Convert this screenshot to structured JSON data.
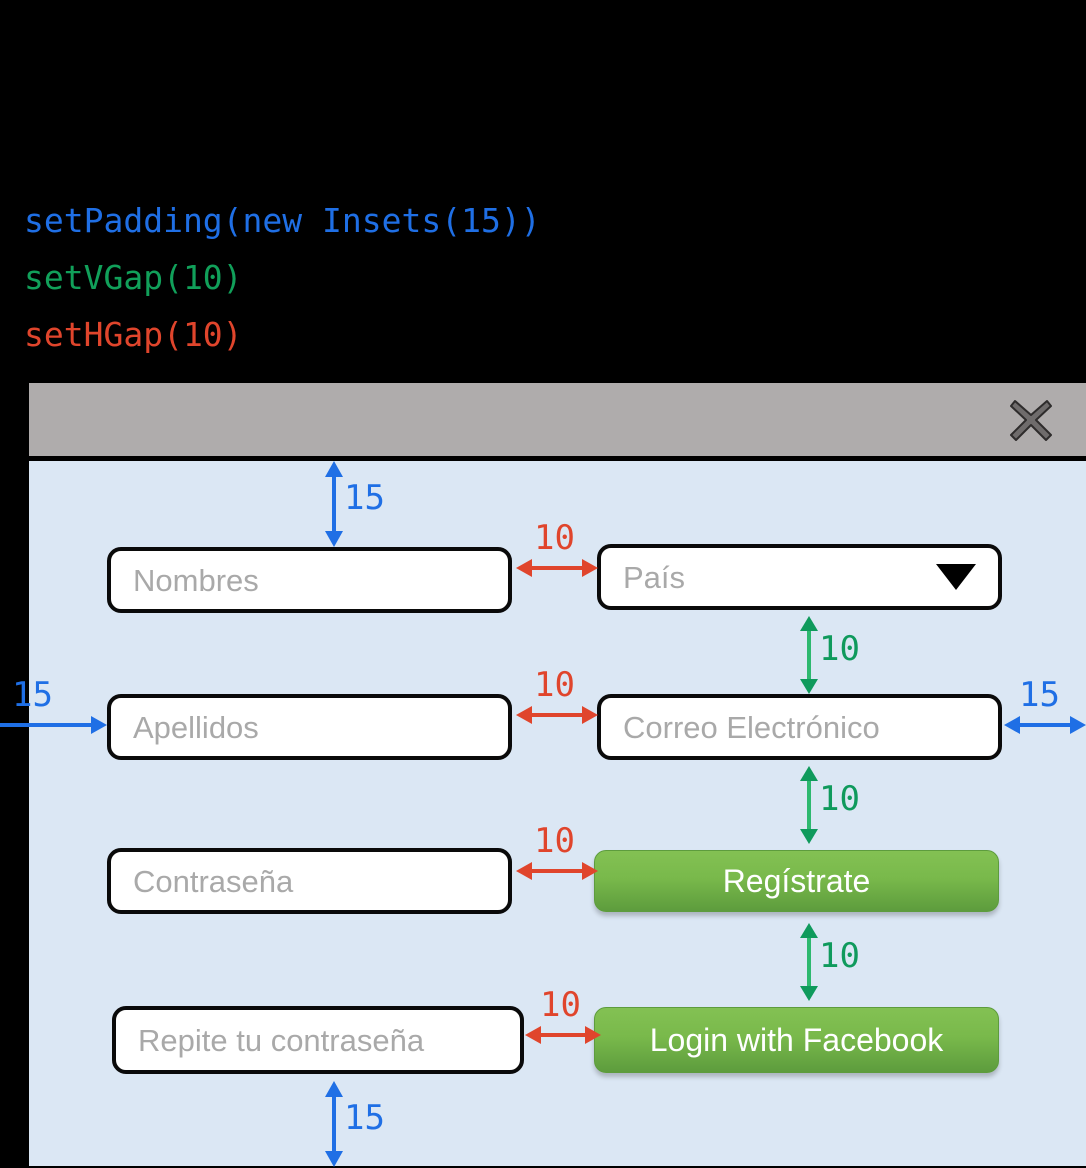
{
  "code_annotations": [
    {
      "text": "setPadding(new Insets(15))",
      "color": "#1f6fe5",
      "name": "code-line-setpadding"
    },
    {
      "text": "setVGap(10)",
      "color": "#11a05a",
      "name": "code-line-setvgap"
    },
    {
      "text": "setHGap(10)",
      "color": "#e0452c",
      "name": "code-line-sethgap"
    }
  ],
  "window": {
    "titlebar": {
      "title": "",
      "close_icon": "close-x-icon",
      "background": "#afacac"
    },
    "panel_background": "#dbe7f4"
  },
  "form": {
    "fields": [
      {
        "id": "nombres",
        "placeholder": "Nombres",
        "type": "textfield"
      },
      {
        "id": "pais",
        "placeholder": "País",
        "type": "combobox",
        "arrow_icon": "chevron-down-icon"
      },
      {
        "id": "apellidos",
        "placeholder": "Apellidos",
        "type": "textfield"
      },
      {
        "id": "correo",
        "placeholder": "Correo Electrónico",
        "type": "textfield"
      },
      {
        "id": "password",
        "placeholder": "Contraseña",
        "type": "textfield"
      },
      {
        "id": "repeat",
        "placeholder": "Repite tu contraseña",
        "type": "textfield"
      }
    ],
    "buttons": [
      {
        "id": "registrate",
        "label": "Regístrate",
        "color": "#79b94b"
      },
      {
        "id": "facebook",
        "label": "Login with Facebook",
        "color": "#79b94b"
      }
    ]
  },
  "annotations": {
    "padding_top": {
      "value": "15",
      "color": "#1f6fe5",
      "axis": "vertical",
      "meaning": "padding"
    },
    "padding_left": {
      "value": "15",
      "color": "#1f6fe5",
      "axis": "horizontal",
      "meaning": "padding"
    },
    "padding_right": {
      "value": "15",
      "color": "#1f6fe5",
      "axis": "horizontal",
      "meaning": "padding"
    },
    "padding_bottom": {
      "value": "15",
      "color": "#1f6fe5",
      "axis": "vertical",
      "meaning": "padding"
    },
    "hgap_row1": {
      "value": "10",
      "color": "#e0452c",
      "axis": "horizontal",
      "meaning": "hgap"
    },
    "hgap_row2": {
      "value": "10",
      "color": "#e0452c",
      "axis": "horizontal",
      "meaning": "hgap"
    },
    "hgap_row3": {
      "value": "10",
      "color": "#e0452c",
      "axis": "horizontal",
      "meaning": "hgap"
    },
    "hgap_row4": {
      "value": "10",
      "color": "#e0452c",
      "axis": "horizontal",
      "meaning": "hgap"
    },
    "vgap_col2_1": {
      "value": "10",
      "color": "#0f9a5c",
      "axis": "vertical",
      "meaning": "vgap"
    },
    "vgap_col2_2": {
      "value": "10",
      "color": "#0f9a5c",
      "axis": "vertical",
      "meaning": "vgap"
    },
    "vgap_col2_3": {
      "value": "10",
      "color": "#0f9a5c",
      "axis": "vertical",
      "meaning": "vgap"
    }
  }
}
